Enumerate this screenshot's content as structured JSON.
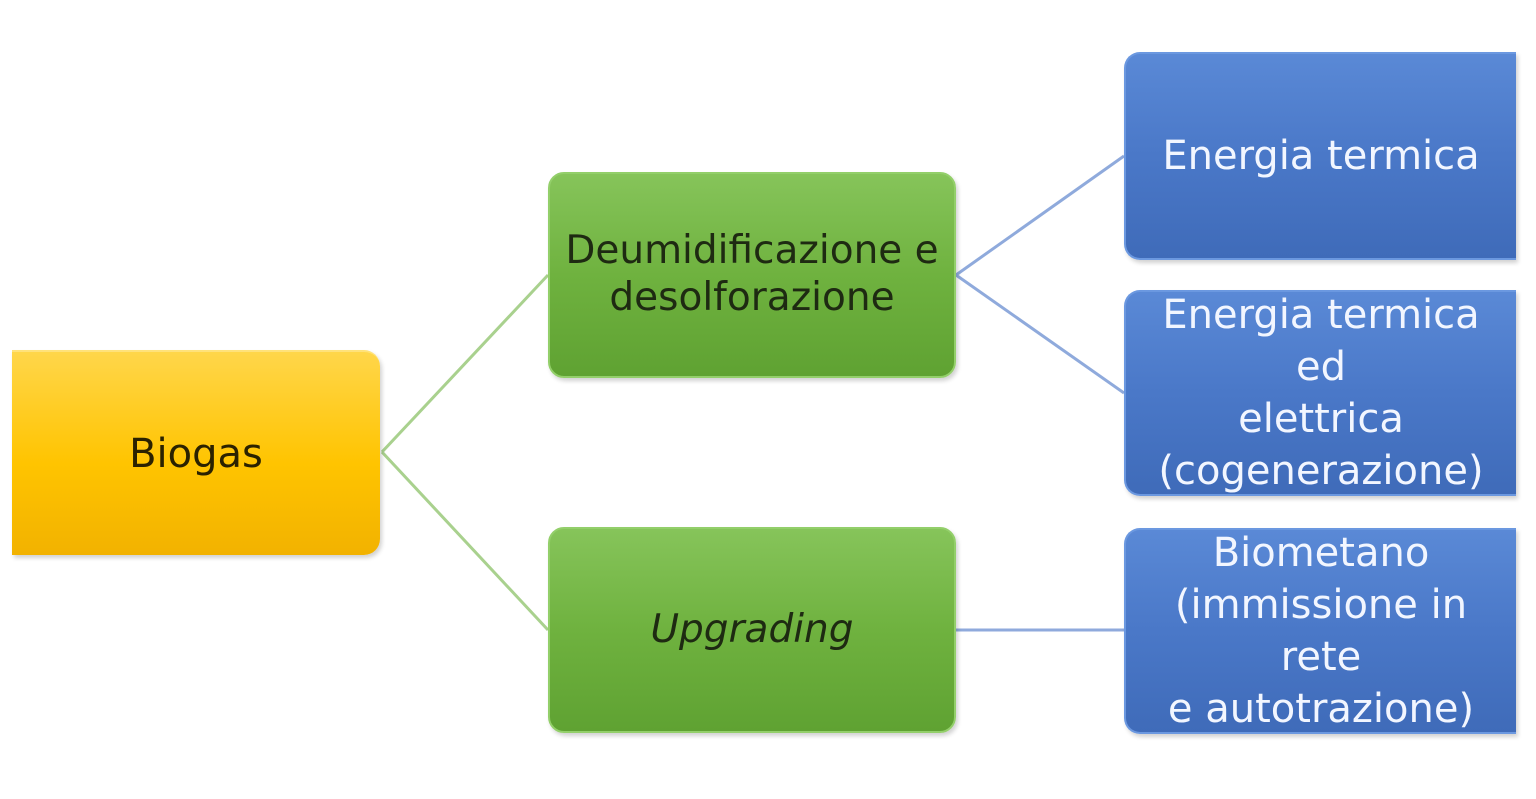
{
  "colors": {
    "root_fill": "#ffc400",
    "process_fill": "#6fb23f",
    "output_fill": "#4a78c8",
    "connector_green": "#a9d18e",
    "connector_blue": "#8faadc"
  },
  "diagram": {
    "root": {
      "label": "Biogas"
    },
    "processes": [
      {
        "label_lines": [
          "Deumidificazione e",
          "desolforazione"
        ],
        "outputs": [
          {
            "label_lines": [
              "Energia termica"
            ]
          },
          {
            "label_lines": [
              "Energia termica ed",
              "elettrica",
              "(cogenerazione)"
            ]
          }
        ]
      },
      {
        "label_lines": [
          "Upgrading"
        ],
        "outputs": [
          {
            "label_lines": [
              "Biometano",
              "(immissione in rete",
              "e autotrazione)"
            ]
          }
        ]
      }
    ]
  }
}
